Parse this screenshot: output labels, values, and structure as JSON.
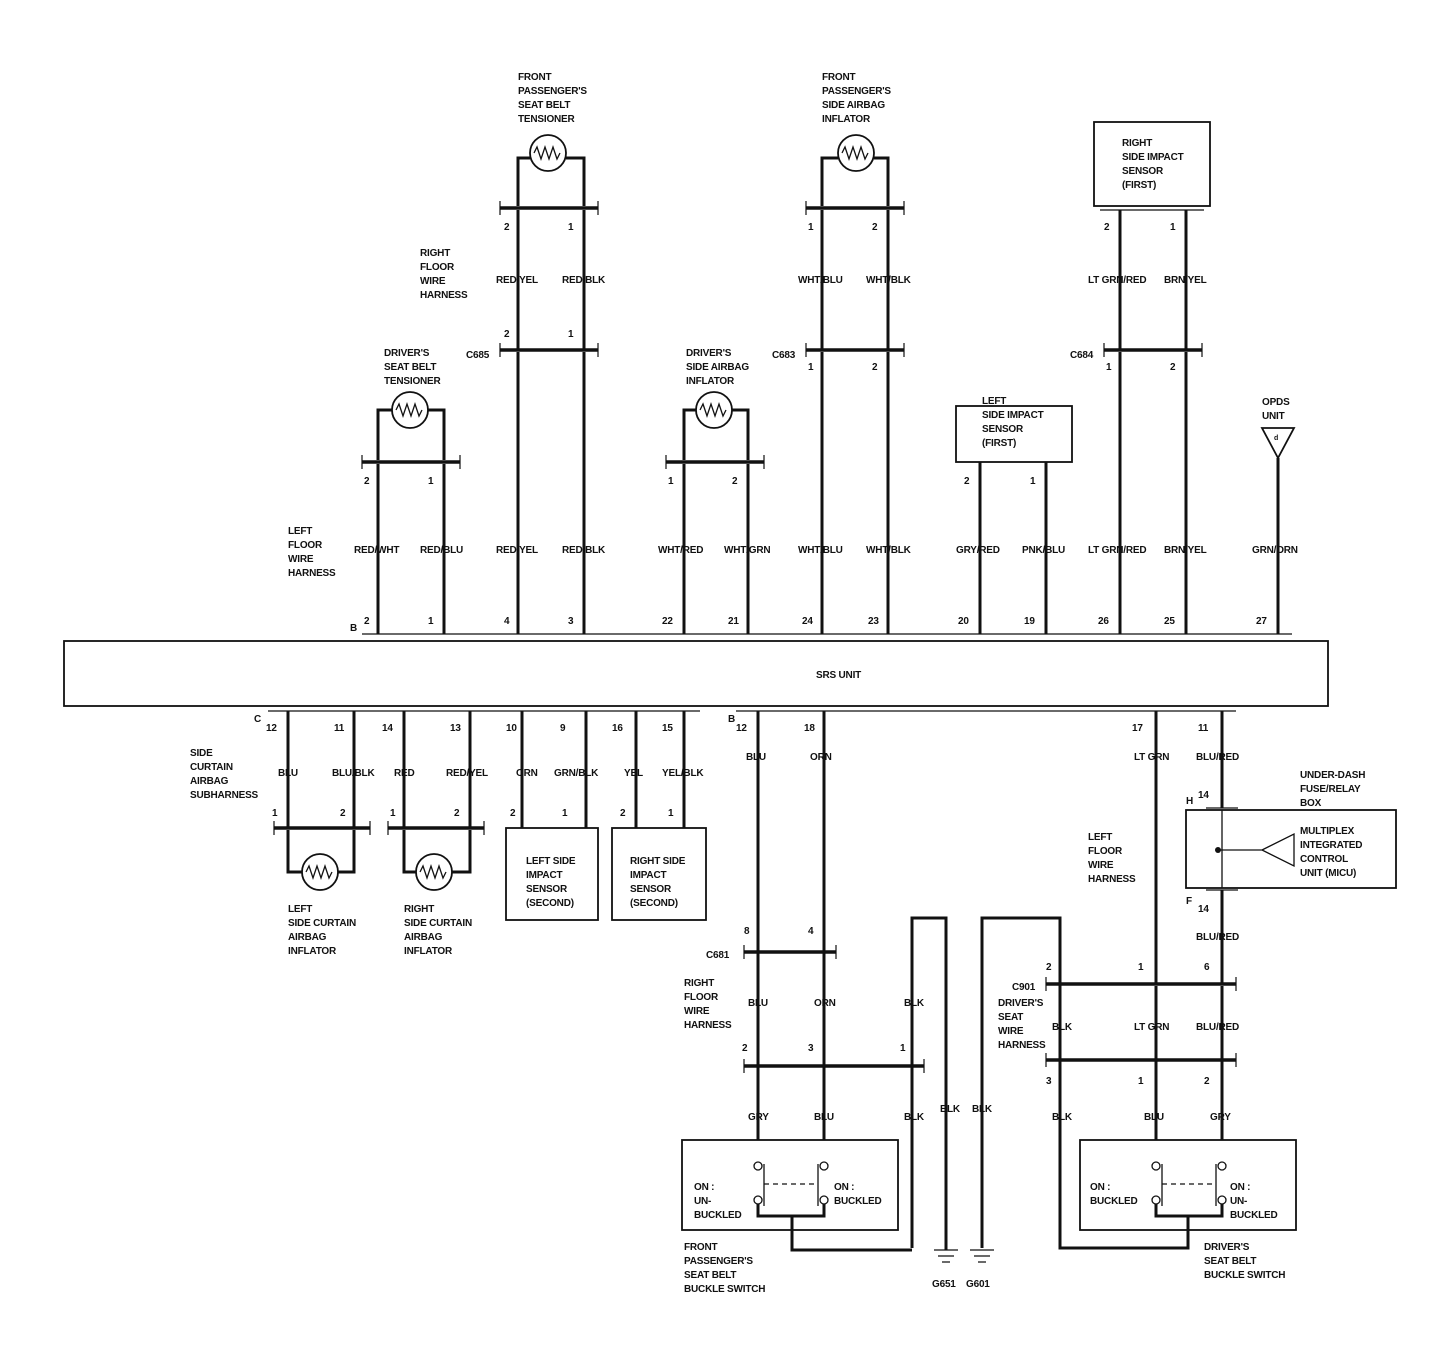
{
  "srs_unit": {
    "label": "SRS UNIT",
    "conn_top": "B",
    "conn_bottom_left": "C",
    "conn_bottom_right": "B"
  },
  "harness_labels": {
    "right_floor_top": [
      "RIGHT",
      "FLOOR",
      "WIRE",
      "HARNESS"
    ],
    "left_floor_top": [
      "LEFT",
      "FLOOR",
      "WIRE",
      "HARNESS"
    ],
    "side_curtain": [
      "SIDE",
      "CURTAIN",
      "AIRBAG",
      "SUBHARNESS"
    ],
    "left_floor_bottom": [
      "LEFT",
      "FLOOR",
      "WIRE",
      "HARNESS"
    ],
    "right_floor_bottom": [
      "RIGHT",
      "FLOOR",
      "WIRE",
      "HARNESS"
    ],
    "drivers_seat": [
      "DRIVER'S",
      "SEAT",
      "WIRE",
      "HARNESS"
    ]
  },
  "connectors": {
    "c685": "C685",
    "c683": "C683",
    "c684": "C684",
    "c681": "C681",
    "c901": "C901"
  },
  "components": {
    "fp_tensioner": [
      "FRONT",
      "PASSENGER'S",
      "SEAT BELT",
      "TENSIONER"
    ],
    "fp_side_airbag": [
      "FRONT",
      "PASSENGER'S",
      "SIDE AIRBAG",
      "INFLATOR"
    ],
    "right_impact_first": [
      "RIGHT",
      "SIDE IMPACT",
      "SENSOR",
      "(FIRST)"
    ],
    "drv_tensioner": [
      "DRIVER'S",
      "SEAT BELT",
      "TENSIONER"
    ],
    "drv_side_airbag": [
      "DRIVER'S",
      "SIDE AIRBAG",
      "INFLATOR"
    ],
    "left_impact_first": [
      "LEFT",
      "SIDE IMPACT",
      "SENSOR",
      "(FIRST)"
    ],
    "opds": [
      "OPDS",
      "UNIT"
    ],
    "left_curtain": [
      "LEFT",
      "SIDE CURTAIN",
      "AIRBAG",
      "INFLATOR"
    ],
    "right_curtain": [
      "RIGHT",
      "SIDE CURTAIN",
      "AIRBAG",
      "INFLATOR"
    ],
    "left_impact_second": [
      "LEFT SIDE",
      "IMPACT",
      "SENSOR",
      "(SECOND)"
    ],
    "right_impact_second": [
      "RIGHT SIDE",
      "IMPACT",
      "SENSOR",
      "(SECOND)"
    ],
    "fuse_box": [
      "UNDER-DASH",
      "FUSE/RELAY",
      "BOX"
    ],
    "micu": [
      "MULTIPLEX",
      "INTEGRATED",
      "CONTROL",
      "UNIT (MICU)"
    ],
    "fp_buckle": [
      "FRONT",
      "PASSENGER'S",
      "SEAT BELT",
      "BUCKLE SWITCH"
    ],
    "drv_buckle": [
      "DRIVER'S",
      "SEAT BELT",
      "BUCKLE SWITCH"
    ],
    "fp_switch_left": [
      "ON :",
      "UN-",
      "BUCKLED"
    ],
    "fp_switch_right": [
      "ON :",
      "BUCKLED"
    ],
    "drv_switch_left": [
      "ON :",
      "BUCKLED"
    ],
    "drv_switch_right": [
      "ON :",
      "UN-",
      "BUCKLED"
    ],
    "g651": "G651",
    "g601": "G601",
    "fuse_conn_h": "H",
    "fuse_conn_f": "F"
  },
  "top_wires": [
    {
      "pin": "2",
      "color": "RED/WHT"
    },
    {
      "pin": "1",
      "color": "RED/BLU"
    },
    {
      "pin": "4",
      "color": "RED/YEL"
    },
    {
      "pin": "3",
      "color": "RED/BLK"
    },
    {
      "pin": "22",
      "color": "WHT/RED"
    },
    {
      "pin": "21",
      "color": "WHT/GRN"
    },
    {
      "pin": "24",
      "color": "WHT/BLU"
    },
    {
      "pin": "23",
      "color": "WHT/BLK"
    },
    {
      "pin": "20",
      "color": "GRY/RED"
    },
    {
      "pin": "19",
      "color": "PNK/BLU"
    },
    {
      "pin": "26",
      "color": "LT GRN/RED"
    },
    {
      "pin": "25",
      "color": "BRN/YEL"
    },
    {
      "pin": "27",
      "color": "GRN/ORN"
    }
  ],
  "upper_wires": {
    "fp_tens": [
      {
        "pin": "2",
        "mid": "2",
        "color": "RED/YEL"
      },
      {
        "pin": "1",
        "mid": "1",
        "color": "RED/BLK"
      }
    ],
    "fp_side": [
      {
        "pin": "1",
        "mid": "1",
        "color": "WHT/BLU"
      },
      {
        "pin": "2",
        "mid": "2",
        "color": "WHT/BLK"
      }
    ],
    "rt_impact": [
      {
        "pin": "2",
        "mid": "1",
        "color": "LT GRN/RED"
      },
      {
        "pin": "1",
        "mid": "2",
        "color": "BRN/YEL"
      }
    ],
    "drv_tens": [
      "2",
      "1"
    ],
    "drv_side": [
      "1",
      "2"
    ],
    "lt_impact": [
      "2",
      "1"
    ]
  },
  "bottom_left_wires": [
    {
      "pin": "12",
      "color": "BLU",
      "cpin": "1"
    },
    {
      "pin": "11",
      "color": "BLU/BLK",
      "cpin": "2"
    },
    {
      "pin": "14",
      "color": "RED",
      "cpin": "1"
    },
    {
      "pin": "13",
      "color": "RED/YEL",
      "cpin": "2"
    },
    {
      "pin": "10",
      "color": "ORN",
      "cpin": "2"
    },
    {
      "pin": "9",
      "color": "GRN/BLK",
      "cpin": "1"
    },
    {
      "pin": "16",
      "color": "YEL",
      "cpin": "2"
    },
    {
      "pin": "15",
      "color": "YEL/BLK",
      "cpin": "1"
    }
  ],
  "passenger_circuit": {
    "pins_top": [
      "12",
      "18"
    ],
    "colors_top": [
      "BLU",
      "ORN"
    ],
    "c681_pins": [
      "8",
      "4"
    ],
    "colors_mid": [
      "BLU",
      "ORN",
      "BLK"
    ],
    "switch_pins": [
      "2",
      "3",
      "1"
    ],
    "colors_low": [
      "GRY",
      "BLU",
      "BLK"
    ],
    "ground_colors": [
      "BLK",
      "BLK"
    ]
  },
  "driver_circuit": {
    "pins_top": [
      "17",
      "11"
    ],
    "colors_top": [
      "LT GRN",
      "BLU/RED"
    ],
    "fuse_pins": [
      "14",
      "14"
    ],
    "color_after_fuse": "BLU/RED",
    "c901_pins": [
      "2",
      "1",
      "6"
    ],
    "colors_mid": [
      "BLK",
      "LT GRN",
      "BLU/RED"
    ],
    "switch_pins": [
      "3",
      "1",
      "2"
    ],
    "colors_low": [
      "BLK",
      "BLU",
      "GRY"
    ]
  }
}
